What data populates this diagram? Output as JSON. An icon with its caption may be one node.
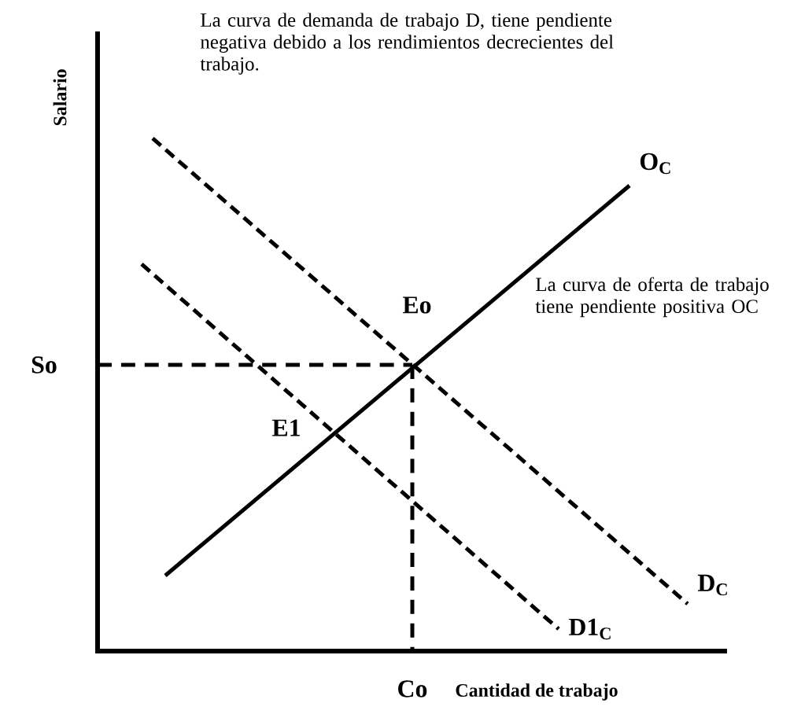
{
  "diagram": {
    "labels": [
      "La curva de demanda de trabajo D, tiene pendiente negativa debido a los rendimientos decrecientes del trabajo.",
      "Salario",
      "O$_{C}$",
      "Eo",
      "La curva de oferta de trabajo tiene pendiente positiva OC",
      "So",
      "E1",
      "D$_{C}$",
      "D1$_{C}$",
      "Co",
      "Cantidad de trabajo"
    ]
  }
}
